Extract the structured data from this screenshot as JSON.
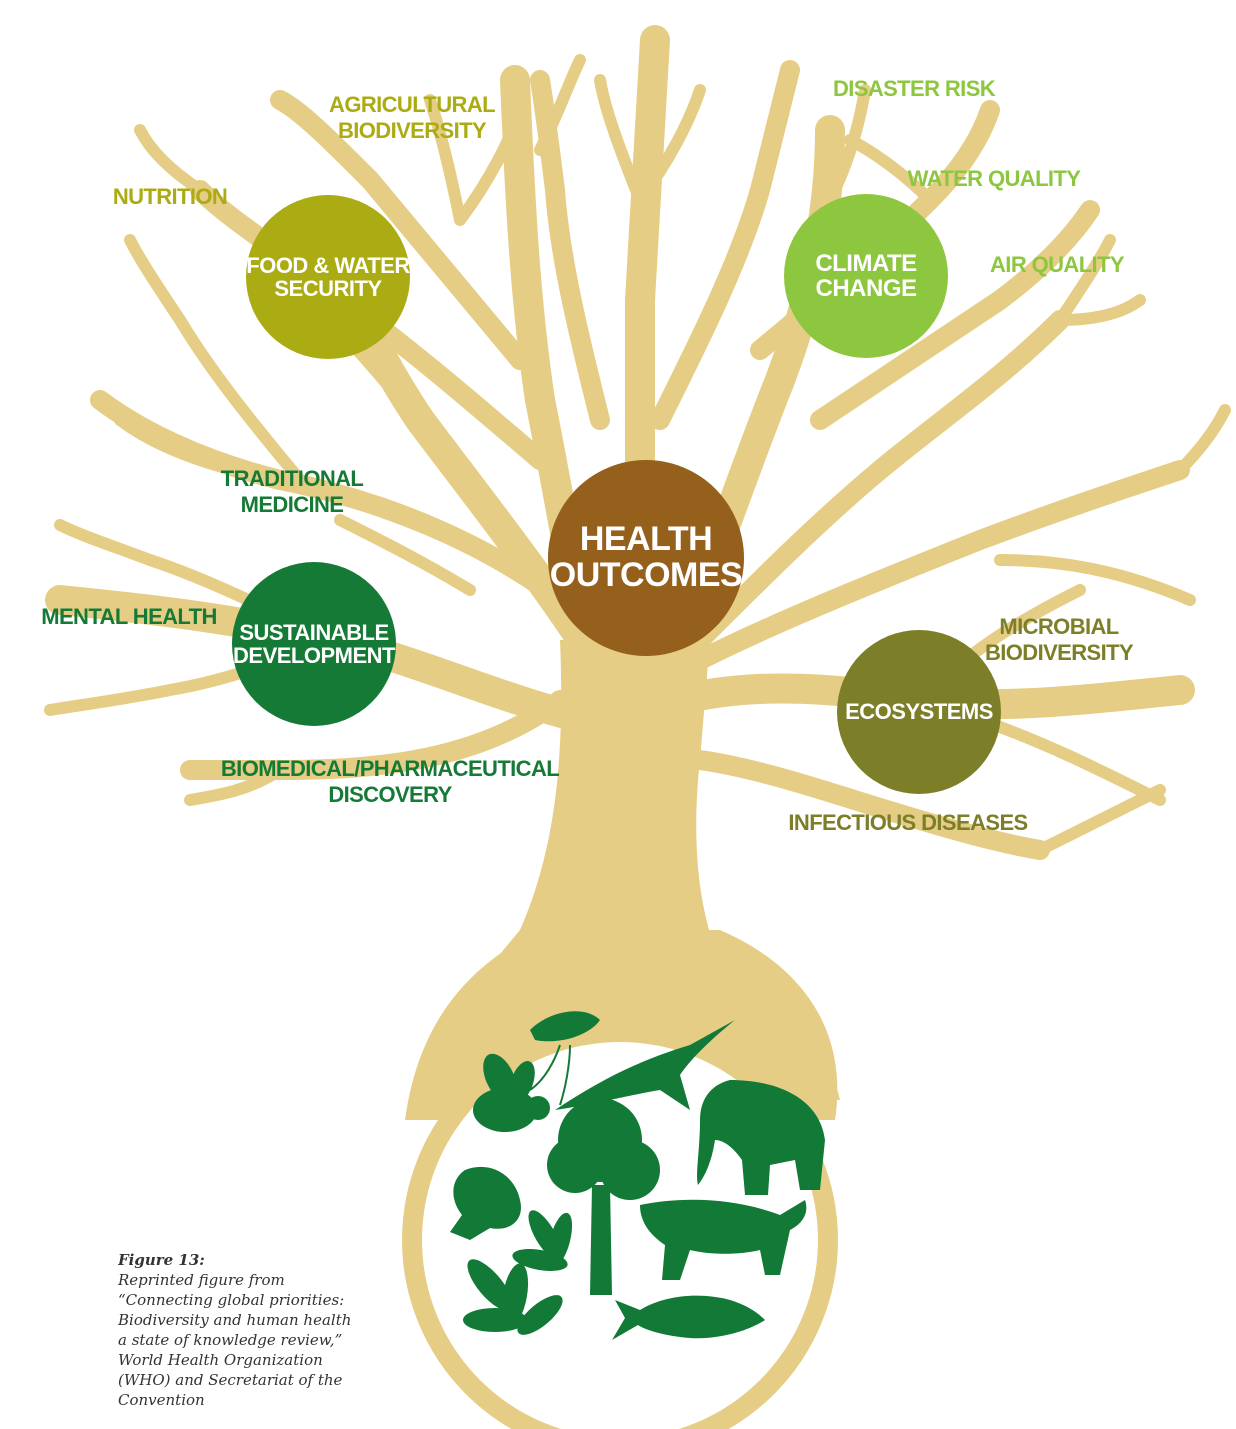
{
  "colors": {
    "tree": "#e6cd85",
    "health_outcomes": "#955f1c",
    "food_water_security": "#abab13",
    "climate_change": "#8dc63f",
    "sustainable_development": "#157a35",
    "ecosystems": "#7c7f27",
    "animals": "#127a36",
    "root_disc": "#ffffff"
  },
  "hubs": {
    "health_outcomes": "HEALTH\nOUTCOMES",
    "food_water_security": "FOOD & WATER\nSECURITY",
    "climate_change": "CLIMATE\nCHANGE",
    "sustainable_development": "SUSTAINABLE\nDEVELOPMENT",
    "ecosystems": "ECOSYSTEMS"
  },
  "labels": {
    "agricultural_biodiversity": "AGRICULTURAL\nBIODIVERSITY",
    "nutrition": "NUTRITION",
    "disaster_risk": "DISASTER RISK",
    "water_quality": "WATER QUALITY",
    "air_quality": "AIR QUALITY",
    "traditional_medicine": "TRADITIONAL\nMEDICINE",
    "mental_health": "MENTAL HEALTH",
    "biomedical_discovery": "BIOMEDICAL/PHARMACEUTICAL\nDISCOVERY",
    "microbial_biodiversity": "MICROBIAL\nBIODIVERSITY",
    "infectious_diseases": "INFECTIOUS DISEASES"
  },
  "root_icons": [
    "shrimp-icon",
    "bird-icon",
    "bee-icon",
    "elephant-icon",
    "frog-icon",
    "tree-icon",
    "tiger-icon",
    "plant-icon",
    "leaves-icon",
    "fish-icon"
  ],
  "caption": {
    "title": "Figure 13:",
    "text": "Reprinted figure from “Connecting global priorities: Biodiversity and human health a state of knowledge review,” World Health Organization (WHO) and Secretariat of the Convention"
  }
}
